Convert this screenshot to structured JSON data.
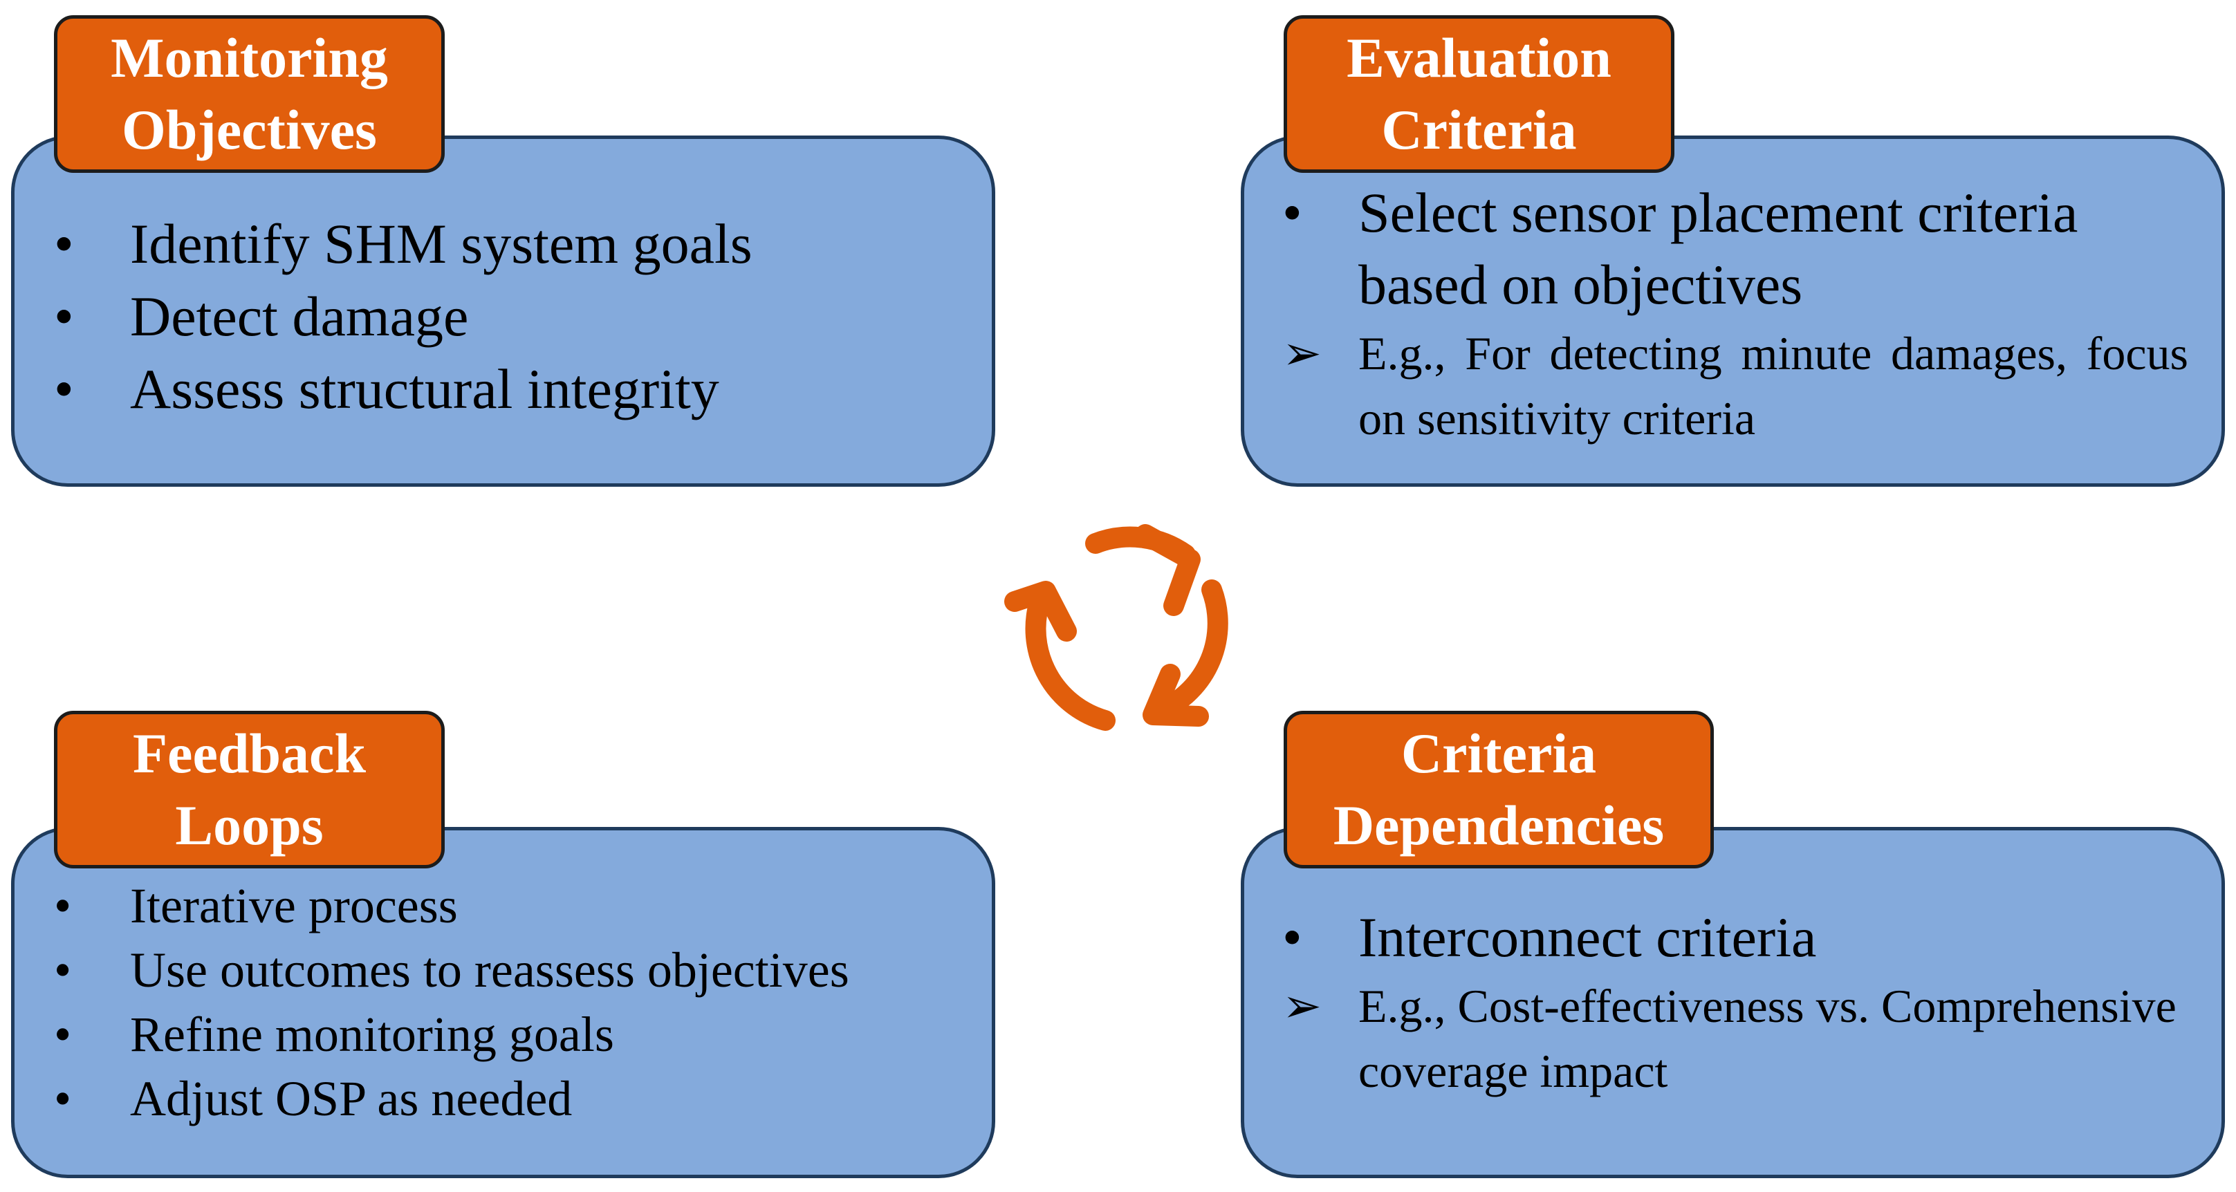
{
  "colors": {
    "box_fill": "#84aadc",
    "box_border": "#1f3b5c",
    "tab_fill": "#e15e0c",
    "cycle_arrows": "#e15e0c"
  },
  "center_icon": "circular-arrows-cycle-icon",
  "panels": {
    "monitoring_objectives": {
      "title_line1": "Monitoring",
      "title_line2": "Objectives",
      "items": [
        {
          "marker": "•",
          "text": "Identify SHM system goals"
        },
        {
          "marker": "•",
          "text": "Detect damage"
        },
        {
          "marker": "•",
          "text": "Assess structural integrity"
        }
      ]
    },
    "evaluation_criteria": {
      "title_line1": "Evaluation",
      "title_line2": "Criteria",
      "items": [
        {
          "marker": "•",
          "text": "Select sensor placement criteria based on objectives"
        },
        {
          "marker": "➢",
          "text": "E.g., For detecting minute damages, focus on sensitivity criteria"
        }
      ]
    },
    "feedback_loops": {
      "title_line1": "Feedback",
      "title_line2": "Loops",
      "items": [
        {
          "marker": "•",
          "text": "Iterative process"
        },
        {
          "marker": "•",
          "text": "Use outcomes to reassess objectives"
        },
        {
          "marker": "•",
          "text": "Refine monitoring goals"
        },
        {
          "marker": "•",
          "text": "Adjust OSP as needed"
        }
      ]
    },
    "criteria_dependencies": {
      "title_line1": "Criteria",
      "title_line2": "Dependencies",
      "items": [
        {
          "marker": "•",
          "text": "Interconnect criteria"
        },
        {
          "marker": "➢",
          "text": "E.g., Cost-effectiveness vs. Comprehensive coverage impact"
        }
      ]
    }
  }
}
